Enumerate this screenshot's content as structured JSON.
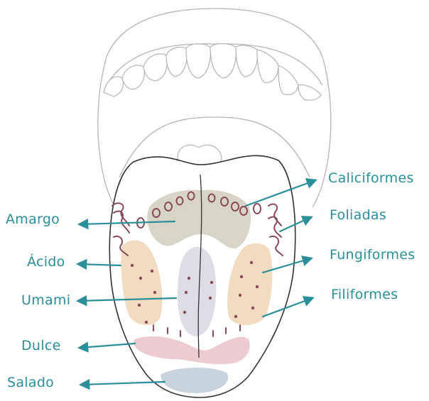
{
  "colors": {
    "label": "#2a8f98",
    "arrow": "#2a8f98",
    "outline": "#333333",
    "mouth": "#b5b5b5",
    "papillae": "#8a4a58",
    "bitter_zone": "#d9d4c8",
    "sour_zone": "#f1dcc1",
    "umami_zone": "#dddde6",
    "sweet_zone": "#ecccd0",
    "salty_zone": "#c9d3de"
  },
  "taste_labels": {
    "bitter": "Amargo",
    "sour": "Ácido",
    "umami": "Umami",
    "sweet": "Dulce",
    "salty": "Salado"
  },
  "papilla_labels": {
    "circumvallate": "Caliciformes",
    "foliate": "Foliadas",
    "fungiform": "Fungiformes",
    "filiform": "Filiformes"
  },
  "icons": {
    "arrow": "arrow-icon"
  }
}
